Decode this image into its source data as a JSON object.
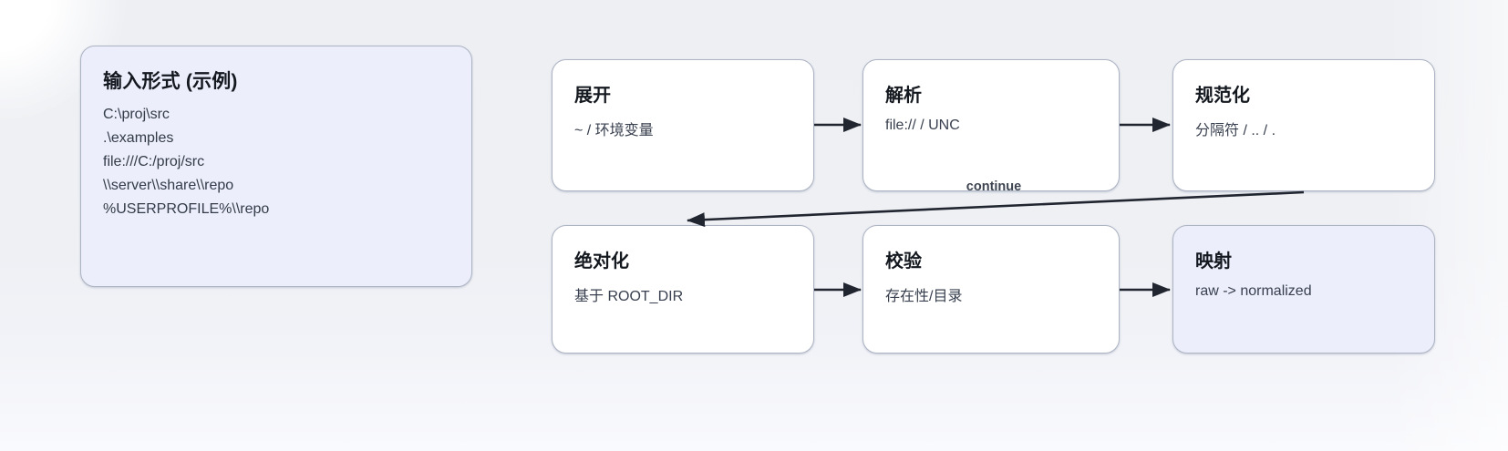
{
  "diagram": {
    "kind": "flowchart",
    "palette": {
      "canvas_background": "#eef0f4",
      "node_fill": "#ffffff",
      "node_fill_tinted": "#eceefb",
      "node_border": "#adb4c3",
      "arrow_color": "#20252f",
      "title_text": "#14181f",
      "body_text": "#39404f"
    }
  },
  "input_card": {
    "title": "输入形式 (示例)",
    "examples": [
      "C:\\proj\\src",
      ".\\examples",
      "file:///C:/proj/src",
      "\\\\server\\\\share\\\\repo",
      "%USERPROFILE%\\\\repo"
    ]
  },
  "flow": {
    "nodes": [
      {
        "id": "expand",
        "title": "展开",
        "subtitle": "~ / 环境变量",
        "tinted": false
      },
      {
        "id": "parse",
        "title": "解析",
        "subtitle": "file:// / UNC",
        "tinted": false
      },
      {
        "id": "normalize",
        "title": "规范化",
        "subtitle": "分隔符 / .. / .",
        "tinted": false
      },
      {
        "id": "absolutize",
        "title": "绝对化",
        "subtitle": "基于 ROOT_DIR",
        "tinted": false
      },
      {
        "id": "validate",
        "title": "校验",
        "subtitle": "存在性/目录",
        "tinted": false
      },
      {
        "id": "map",
        "title": "映射",
        "subtitle": "raw -> normalized",
        "tinted": true
      }
    ],
    "edges": [
      {
        "from": "expand",
        "to": "parse",
        "label": ""
      },
      {
        "from": "parse",
        "to": "normalize",
        "label": ""
      },
      {
        "from": "normalize",
        "to": "absolutize",
        "label": "continue"
      },
      {
        "from": "absolutize",
        "to": "validate",
        "label": ""
      },
      {
        "from": "validate",
        "to": "map",
        "label": ""
      }
    ],
    "edge_label": "continue"
  }
}
